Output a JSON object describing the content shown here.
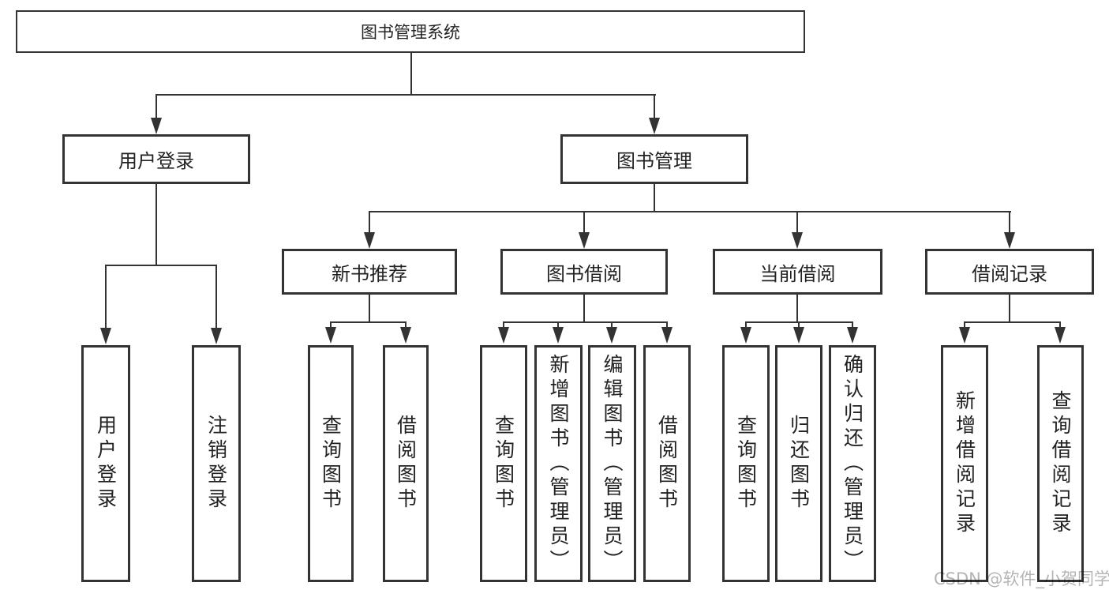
{
  "title": "图书管理系统",
  "branches": {
    "user": {
      "label": "用户登录",
      "children": [
        {
          "label": "用户登录"
        },
        {
          "label": "注销登录"
        }
      ]
    },
    "mgmt": {
      "label": "图书管理",
      "sections": [
        {
          "label": "新书推荐",
          "children": [
            {
              "label": "查询图书"
            },
            {
              "label": "借阅图书"
            }
          ]
        },
        {
          "label": "图书借阅",
          "children": [
            {
              "label": "查询图书"
            },
            {
              "label": "新增图书（管理员）"
            },
            {
              "label": "编辑图书（管理员）"
            },
            {
              "label": "借阅图书"
            }
          ]
        },
        {
          "label": "当前借阅",
          "children": [
            {
              "label": "查询图书"
            },
            {
              "label": "归还图书"
            },
            {
              "label": "确认归还（管理员）"
            }
          ]
        },
        {
          "label": "借阅记录",
          "children": [
            {
              "label": "新增借阅记录"
            },
            {
              "label": "查询借阅记录"
            }
          ]
        }
      ]
    }
  },
  "watermark": "CSDN @软件_小贺同学",
  "colors": {
    "line": "#333333",
    "text": "#222222",
    "watermark": "#b5b5b5",
    "background": "#ffffff"
  }
}
